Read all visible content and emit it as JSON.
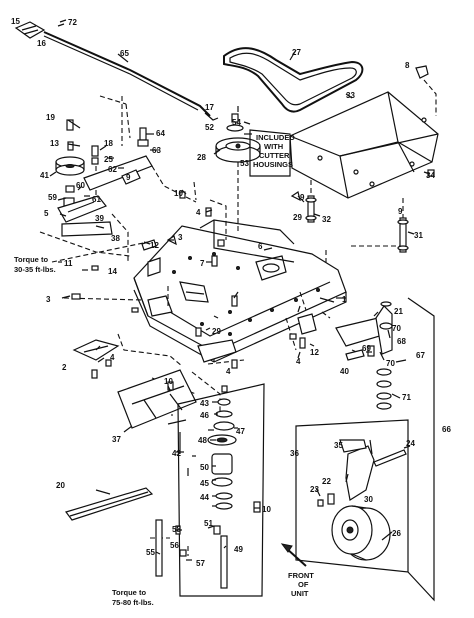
{
  "labels": {
    "p1": "1",
    "p2": "2",
    "p3a": "3",
    "p3b": "3",
    "p4a": "4",
    "p4b": "4",
    "p4c": "4",
    "p4d": "4",
    "p5": "5",
    "p6": "6",
    "p7": "7",
    "p8": "8",
    "p9a": "9",
    "p9b": "9",
    "p9c": "9",
    "p10a": "10",
    "p10b": "10",
    "p10c": "10",
    "p11": "11",
    "p12a": "12",
    "p12b": "12",
    "p13": "13",
    "p14": "14",
    "p15": "15",
    "p16": "16",
    "p17": "17",
    "p18": "18",
    "p19": "19",
    "p20": "20",
    "p21": "21",
    "p22": "22",
    "p23": "23",
    "p24": "24",
    "p25": "25",
    "p26": "26",
    "p27": "27",
    "p28": "28",
    "p29a": "29",
    "p29b": "29",
    "p30": "30",
    "p31": "31",
    "p32": "32",
    "p33": "33",
    "p34": "34",
    "p35": "35",
    "p36": "36",
    "p37": "37",
    "p38": "38",
    "p39": "39",
    "p40": "40",
    "p41": "41",
    "p42": "42",
    "p43": "43",
    "p44": "44",
    "p45": "45",
    "p46": "46",
    "p47": "47",
    "p48": "48",
    "p49": "49",
    "p50": "50",
    "p51": "51",
    "p52": "52",
    "p53": "53",
    "p54": "54",
    "p55": "55",
    "p56": "56",
    "p57": "57",
    "p58": "58",
    "p59": "59",
    "p60": "60",
    "p61": "61",
    "p62": "62",
    "p63": "63",
    "p64": "64",
    "p65": "65",
    "p66": "66",
    "p67": "67",
    "p68": "68",
    "p69": "69",
    "p70a": "70",
    "p70b": "70",
    "p71": "71",
    "p72": "72"
  },
  "notes": {
    "torque1_line1": "Torque to",
    "torque1_line2": "30-35 ft-lbs.",
    "torque2_line1": "Torque to",
    "torque2_line2": "75-80 ft-lbs.",
    "included_line1": "INCLUDED",
    "included_line2": "WITH",
    "included_line3": "CUTTER",
    "included_line4": "HOUSINGS",
    "front_line1": "FRONT",
    "front_line2": "OF",
    "front_line3": "UNIT"
  }
}
